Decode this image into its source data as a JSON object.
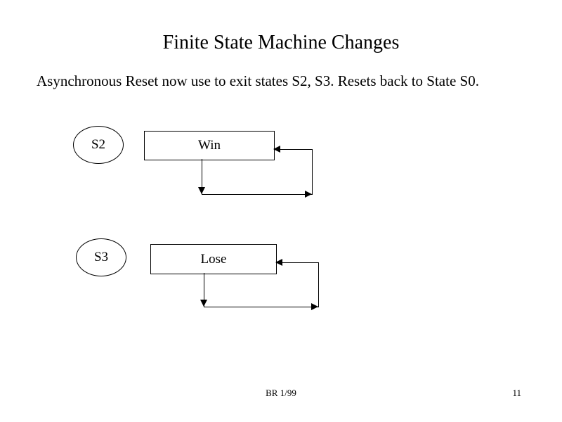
{
  "slide": {
    "title": "Finite State Machine Changes",
    "body": "Asynchronous Reset now use to exit states S2, S3. Resets back to State S0.",
    "footer_center": "BR 1/99",
    "page_number": "11"
  },
  "diagram": {
    "nodes": [
      {
        "id": "s2",
        "label": "S2",
        "shape": "ellipse"
      },
      {
        "id": "win",
        "label": "Win",
        "shape": "rectangle"
      },
      {
        "id": "s3",
        "label": "S3",
        "shape": "ellipse"
      },
      {
        "id": "lose",
        "label": "Lose",
        "shape": "rectangle"
      }
    ],
    "edges": [
      {
        "from": "win",
        "to": "win",
        "style": "self-loop-right"
      },
      {
        "from": "win",
        "to": "win",
        "style": "self-loop-bottom"
      },
      {
        "from": "lose",
        "to": "lose",
        "style": "self-loop-right"
      },
      {
        "from": "lose",
        "to": "lose",
        "style": "self-loop-bottom"
      }
    ]
  },
  "colors": {
    "background": "#ffffff",
    "foreground": "#000000",
    "stroke": "#000000"
  }
}
